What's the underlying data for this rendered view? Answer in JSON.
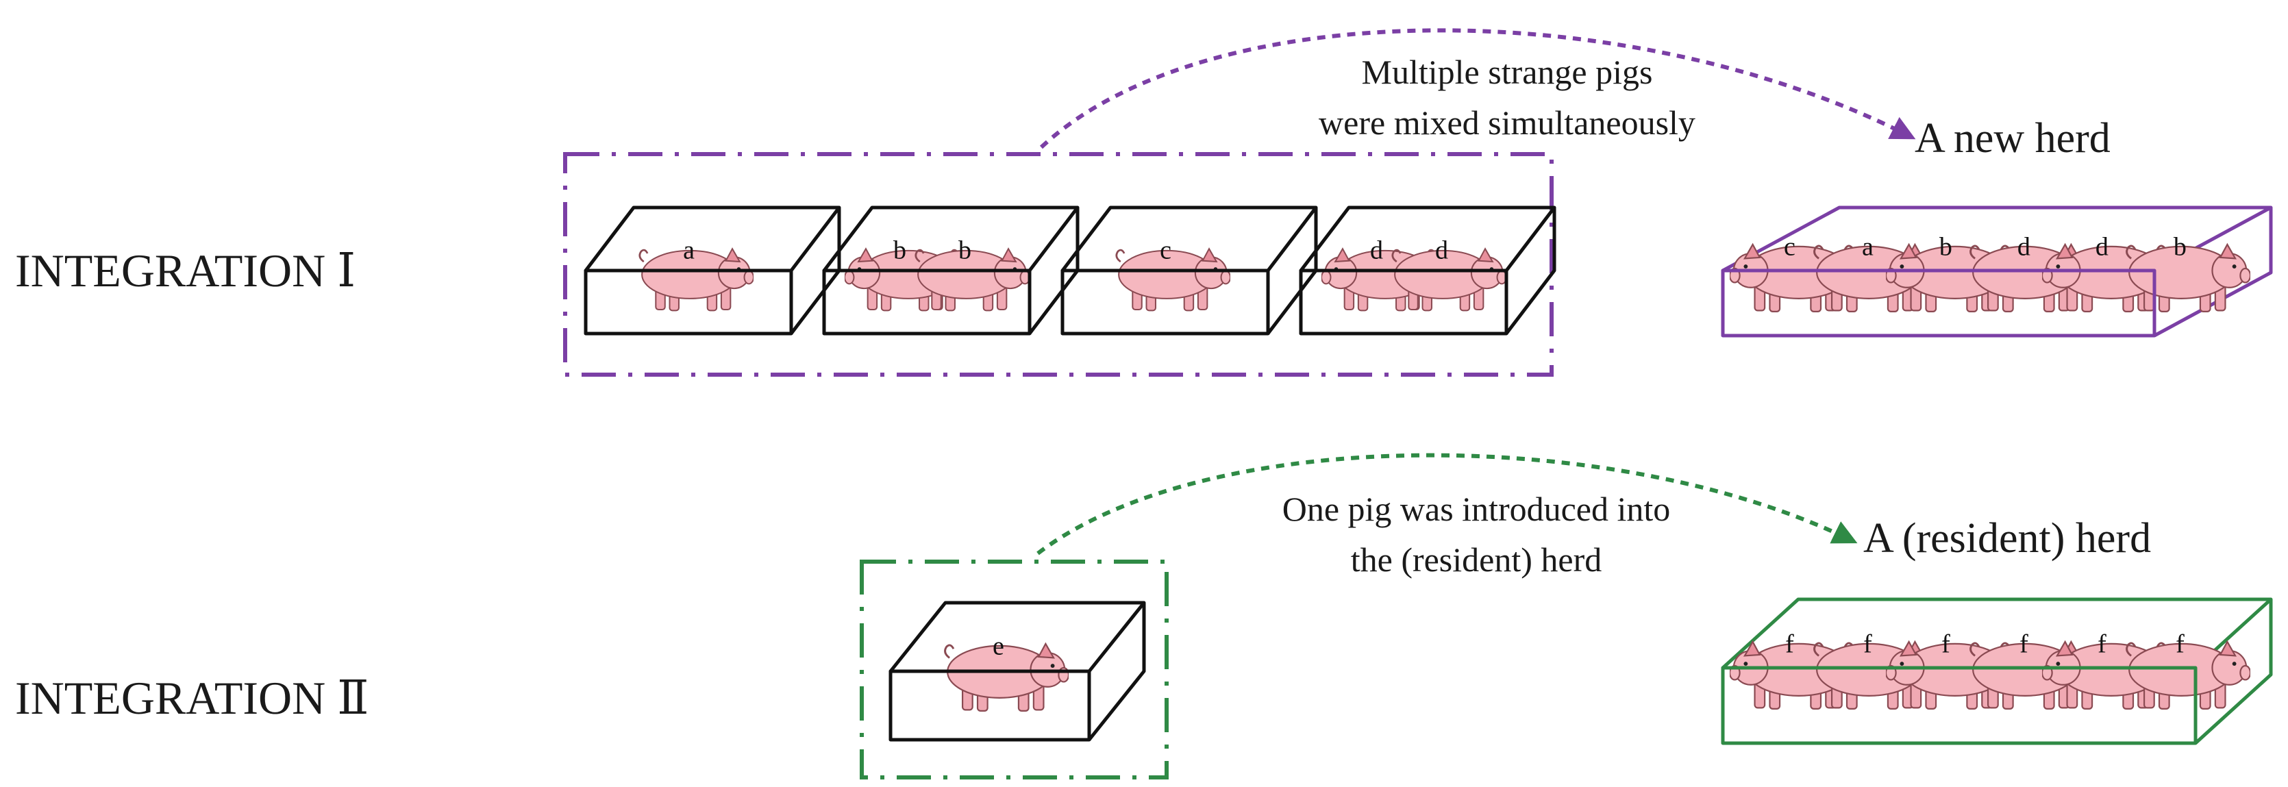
{
  "colors": {
    "integration1": "#7b3fa5",
    "integration2": "#2f8a45",
    "box_stroke": "#111111",
    "pig_fill": "#f5b7bf"
  },
  "integration1": {
    "label": "INTEGRATION Ⅰ",
    "arrow_caption_line1": "Multiple strange pigs",
    "arrow_caption_line2": "were mixed simultaneously",
    "target_label": "A new herd",
    "source_pens": [
      {
        "pigs": [
          "a"
        ]
      },
      {
        "pigs": [
          "b",
          "b"
        ]
      },
      {
        "pigs": [
          "c"
        ]
      },
      {
        "pigs": [
          "d",
          "d"
        ]
      }
    ],
    "herd_pigs": [
      "c",
      "a",
      "b",
      "d",
      "d",
      "b"
    ]
  },
  "integration2": {
    "label": "INTEGRATION Ⅱ",
    "arrow_caption_line1": "One pig was introduced into",
    "arrow_caption_line2": "the (resident)  herd",
    "target_label": "A (resident) herd",
    "source_pens": [
      {
        "pigs": [
          "e"
        ]
      }
    ],
    "herd_pigs": [
      "f",
      "f",
      "f",
      "f",
      "f",
      "f"
    ]
  }
}
